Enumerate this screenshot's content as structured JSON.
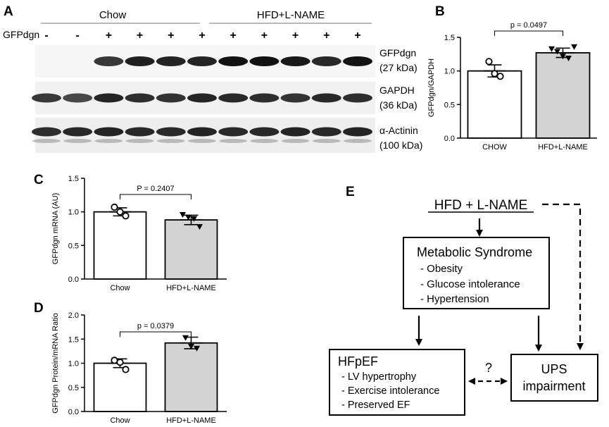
{
  "panel_letters": {
    "a": "A",
    "b": "B",
    "c": "C",
    "d": "D",
    "e": "E"
  },
  "blot": {
    "groups": [
      "Chow",
      "HFD+L-NAME"
    ],
    "row_label": "GFPdgn",
    "lane_marks": [
      "-",
      "-",
      "+",
      "+",
      "+",
      "+",
      "+",
      "+",
      "+",
      "+",
      "+"
    ],
    "band_labels": [
      {
        "name": "GFPdgn",
        "size": "(27 kDa)"
      },
      {
        "name": "GAPDH",
        "size": "(36 kDa)"
      },
      {
        "name": "α-Actinin",
        "size": "(100 kDa)"
      }
    ]
  },
  "chart_data": [
    {
      "panel": "B",
      "type": "bar",
      "categories": [
        "CHOW",
        "HFD+L-NAME"
      ],
      "values": [
        1.0,
        1.27
      ],
      "errors": [
        0.09,
        0.07
      ],
      "colors": [
        "#ffffff",
        "#d3d3d3"
      ],
      "points": [
        [
          1.14,
          0.96,
          0.92
        ],
        [
          1.33,
          1.29,
          1.22,
          1.19,
          1.36
        ]
      ],
      "markers": [
        "circle",
        "triangle-down"
      ],
      "ylabel": "GFPdgn/GAPDH",
      "ylim": [
        0,
        1.5
      ],
      "yticks": [
        "0.0",
        "0.5",
        "1.0",
        "1.5"
      ],
      "annotation": "p = 0.0497"
    },
    {
      "panel": "C",
      "type": "bar",
      "categories": [
        "Chow",
        "HFD+L-NAME"
      ],
      "values": [
        1.0,
        0.88
      ],
      "errors": [
        0.06,
        0.07
      ],
      "colors": [
        "#ffffff",
        "#d3d3d3"
      ],
      "points": [
        [
          1.07,
          1.0,
          0.94
        ],
        [
          0.96,
          0.92,
          0.9,
          0.78
        ]
      ],
      "markers": [
        "circle",
        "triangle-down"
      ],
      "ylabel": "GFPdgn mRNA (AU)",
      "ylim": [
        0,
        1.5
      ],
      "yticks": [
        "0.0",
        "0.5",
        "1.0",
        "1.5"
      ],
      "annotation": "P = 0.2407"
    },
    {
      "panel": "D",
      "type": "bar",
      "categories": [
        "Chow",
        "HFD+L-NAME"
      ],
      "values": [
        1.0,
        1.42
      ],
      "errors": [
        0.09,
        0.12
      ],
      "colors": [
        "#ffffff",
        "#d3d3d3"
      ],
      "points": [
        [
          1.06,
          1.02,
          0.87
        ],
        [
          1.53,
          1.35,
          1.31
        ]
      ],
      "markers": [
        "circle",
        "triangle-down"
      ],
      "ylabel": "GFPdgn Protein/mRNA Ratio",
      "ylim": [
        0,
        2.0
      ],
      "yticks": [
        "0.0",
        "0.5",
        "1.0",
        "1.5",
        "2.0"
      ],
      "annotation": "p = 0.0379"
    }
  ],
  "diagram": {
    "top": "HFD + L-NAME",
    "metabolic_title": "Metabolic Syndrome",
    "metabolic_items": [
      "- Obesity",
      "- Glucose intolerance",
      "- Hypertension"
    ],
    "hfpef_title": "HFpEF",
    "hfpef_items": [
      "- LV hypertrophy",
      "- Exercise intolerance",
      "- Preserved EF"
    ],
    "ups_line1": "UPS",
    "ups_line2": "impairment",
    "question": "?"
  }
}
